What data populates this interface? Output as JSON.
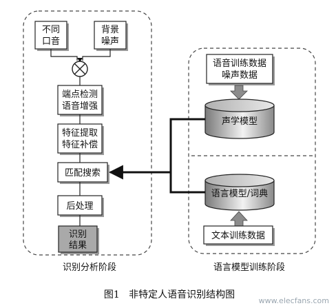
{
  "left_panel": {
    "label": "识别分析阶段",
    "inputs": {
      "accent": [
        "不同",
        "口音"
      ],
      "noise": [
        "背景",
        "噪声"
      ]
    },
    "steps": {
      "endpoint": [
        "端点检测",
        "语音增强"
      ],
      "feature": [
        "特征提取",
        "特征补偿"
      ],
      "search": "匹配搜索",
      "post": "后处理",
      "result": [
        "识别",
        "结果"
      ]
    }
  },
  "right_panel": {
    "label": "语言模型训练阶段",
    "speech_training": [
      "语音训练数据",
      "噪声数据"
    ],
    "acoustic_model": "声学模型",
    "language_model": "语言模型/词典",
    "text_training": "文本训练数据"
  },
  "caption": "图1   非特定人语音识别结构图",
  "watermark": "www.elecfans.com",
  "colors": {
    "cylinder_gradient_dark": "#7a7a7a",
    "cylinder_gradient_light": "#f2f2f2",
    "result_fill": "#a9a9a9",
    "arrow_gray": "#8c8c8c"
  }
}
